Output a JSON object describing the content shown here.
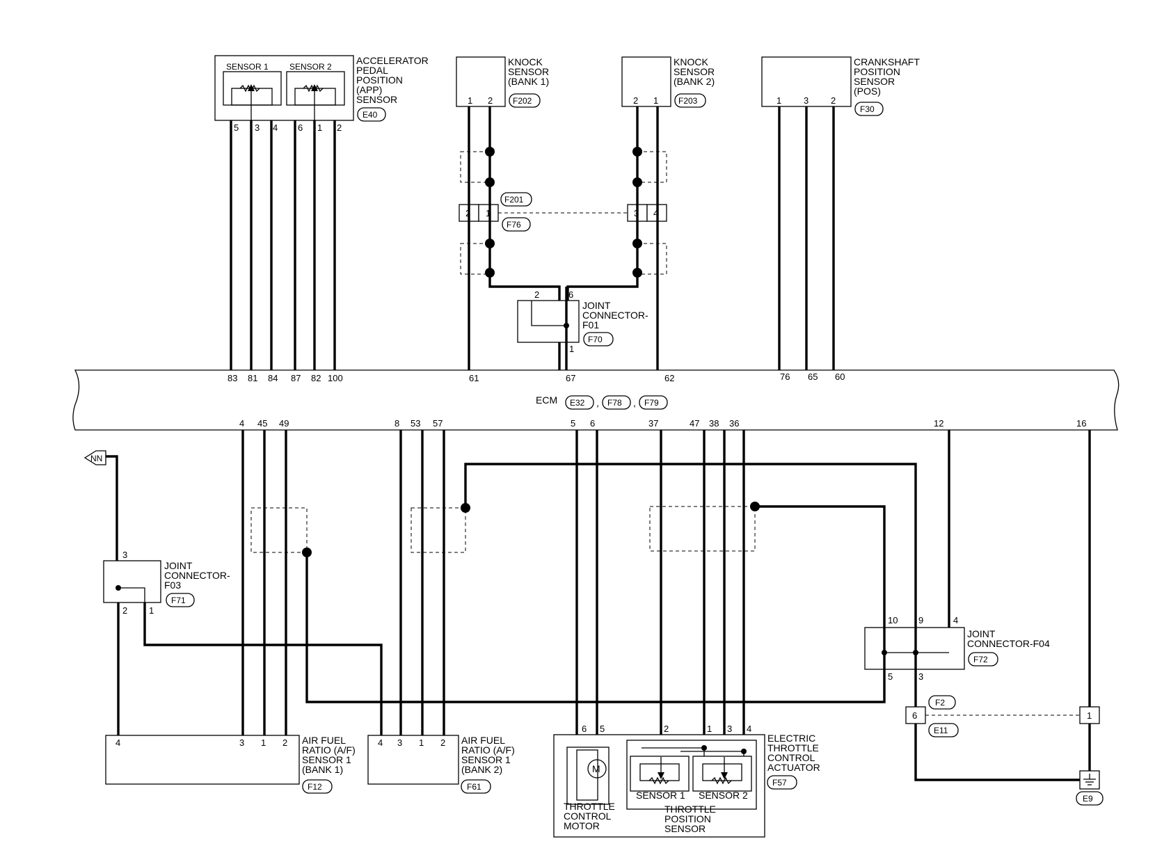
{
  "components": {
    "app_sensor": {
      "label": [
        "ACCELERATOR",
        "PEDAL",
        "POSITION",
        "(APP)",
        "SENSOR"
      ],
      "sensor1": "SENSOR 1",
      "sensor2": "SENSOR 2",
      "connector": "E40",
      "pins": [
        "5",
        "3",
        "4",
        "6",
        "1",
        "2"
      ]
    },
    "knock_bank1": {
      "label": [
        "KNOCK",
        "SENSOR",
        "(BANK 1)"
      ],
      "connector": "F202",
      "pins": [
        "1",
        "2"
      ]
    },
    "knock_bank2": {
      "label": [
        "KNOCK",
        "SENSOR",
        "(BANK 2)"
      ],
      "connector": "F203",
      "pins": [
        "2",
        "1"
      ]
    },
    "ckp_sensor": {
      "label": [
        "CRANKSHAFT",
        "POSITION",
        "SENSOR",
        "(POS)"
      ],
      "connector": "F30",
      "pins": [
        "1",
        "3",
        "2"
      ]
    },
    "inline_f76": {
      "connector_top": "F201",
      "connector_bottom": "F76",
      "pins": [
        "2",
        "1",
        "3",
        "4"
      ]
    },
    "joint_f01": {
      "label": [
        "JOINT",
        "CONNECTOR-",
        "F01"
      ],
      "connector": "F70",
      "pins": [
        "2",
        "6",
        "1"
      ]
    },
    "ecm": {
      "label": "ECM",
      "connectors": [
        "E32",
        "F78",
        "F79"
      ],
      "separator": ",",
      "top_pins": [
        "83",
        "81",
        "84",
        "87",
        "82",
        "100",
        "61",
        "67",
        "62",
        "76",
        "65",
        "60"
      ],
      "bottom_pins": [
        "4",
        "45",
        "49",
        "8",
        "53",
        "57",
        "5",
        "6",
        "37",
        "47",
        "38",
        "36",
        "12",
        "16"
      ]
    },
    "joint_f03": {
      "label": [
        "JOINT",
        "CONNECTOR-",
        "F03"
      ],
      "connector": "F71",
      "pins": [
        "3",
        "2",
        "1"
      ]
    },
    "joint_f04": {
      "label": [
        "JOINT",
        "CONNECTOR-F04"
      ],
      "connector": "F72",
      "pins": [
        "10",
        "9",
        "4",
        "5",
        "3"
      ]
    },
    "af_bank1": {
      "label": [
        "AIR FUEL",
        "RATIO (A/F)",
        "SENSOR 1",
        "(BANK 1)"
      ],
      "connector": "F12",
      "pins": [
        "4",
        "3",
        "1",
        "2"
      ]
    },
    "af_bank2": {
      "label": [
        "AIR FUEL",
        "RATIO (A/F)",
        "SENSOR 1",
        "(BANK 2)"
      ],
      "connector": "F61",
      "pins": [
        "4",
        "3",
        "1",
        "2"
      ]
    },
    "etc_actuator": {
      "label": [
        "ELECTRIC",
        "THROTTLE",
        "CONTROL",
        "ACTUATOR"
      ],
      "connector": "F57",
      "motor_symbol": "M",
      "motor_label": [
        "THROTTLE",
        "CONTROL",
        "MOTOR"
      ],
      "tps_label": [
        "THROTTLE",
        "POSITION",
        "SENSOR"
      ],
      "sensor1": "SENSOR 1",
      "sensor2": "SENSOR 2",
      "pins": [
        "6",
        "5",
        "2",
        "1",
        "3",
        "4"
      ]
    },
    "inline_f2": {
      "connector_top": "F2",
      "connector_bottom": "E11",
      "pins": [
        "6",
        "1"
      ]
    },
    "ground": {
      "connector": "E9"
    },
    "shield_symbol": "NN"
  }
}
